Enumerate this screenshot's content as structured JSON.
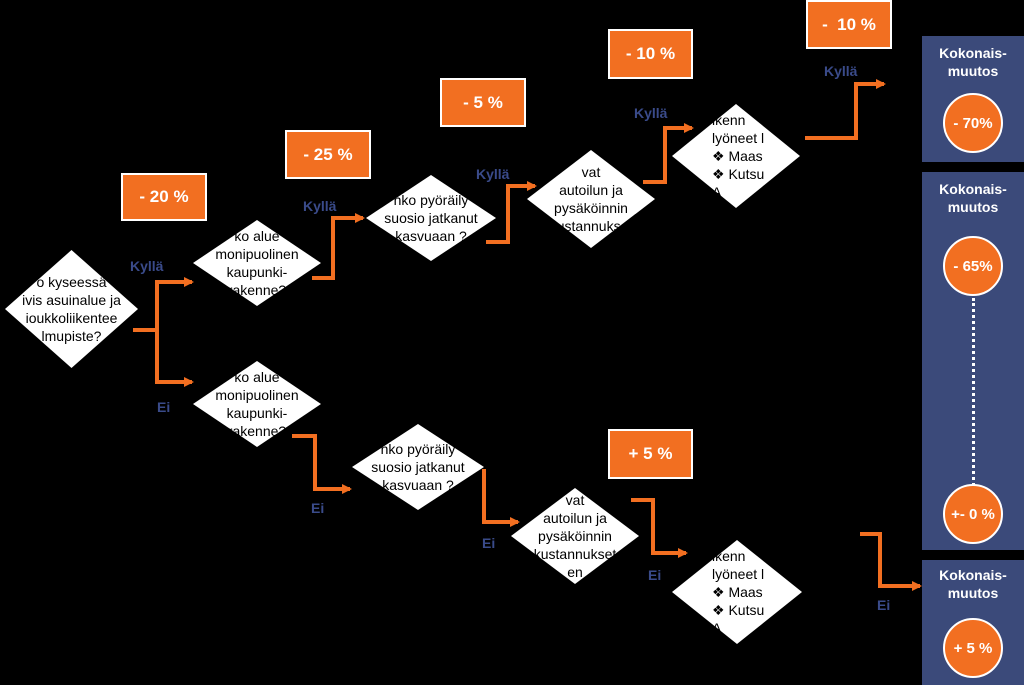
{
  "diamonds": {
    "d1": [
      "o kyseessä",
      "ivis asuinalue ja",
      "ioukkoliikentee",
      "lmupiste?"
    ],
    "d2": [
      "ko alue",
      "monipuolinen",
      "kaupunki-",
      "rakenne?"
    ],
    "d3": [
      "nko pyöräily",
      "suosio jatkanut",
      "kasvuaan ?"
    ],
    "d4": [
      "vat",
      "autoilun ja",
      "pysäköinnin",
      "kustannukset"
    ],
    "d5": [
      "ikenn",
      "lyöneet l",
      "❖  Maas",
      "❖  Kutsu",
      "A"
    ],
    "d6": [
      "ko alue",
      "monipuolinen",
      "kaupunki-",
      "rakenne?"
    ],
    "d7": [
      "nko pyöräily",
      "suosio jatkanut",
      "kasvuaan ?"
    ],
    "d8": [
      "vat",
      "autoilun ja",
      "pysäköinnin",
      "kustannukset",
      "en"
    ],
    "d9": [
      "ikenn",
      "lyöneet l",
      "❖  Maas",
      "❖  Kutsu",
      "A"
    ]
  },
  "boxes": {
    "b1": "- 20 %",
    "b2": "- 25 %",
    "b3": "- 5 %",
    "b4": "- 10 %",
    "b5": "-  10 %",
    "b6": "+ 5 %"
  },
  "labels": {
    "yes": "Kyllä",
    "no": "Ei"
  },
  "panels": {
    "heading": "Kokonais-\nmuutos",
    "p1_value": "- 70%",
    "p2_top": "- 65%",
    "p2_bottom": "+- 0 %",
    "p3_value": "+ 5 %"
  },
  "colors": {
    "accent": "#f26f21",
    "panel": "#3b4a7a",
    "label": "#3a4b8a",
    "diamond": "#ffffff",
    "background": "#000000"
  }
}
